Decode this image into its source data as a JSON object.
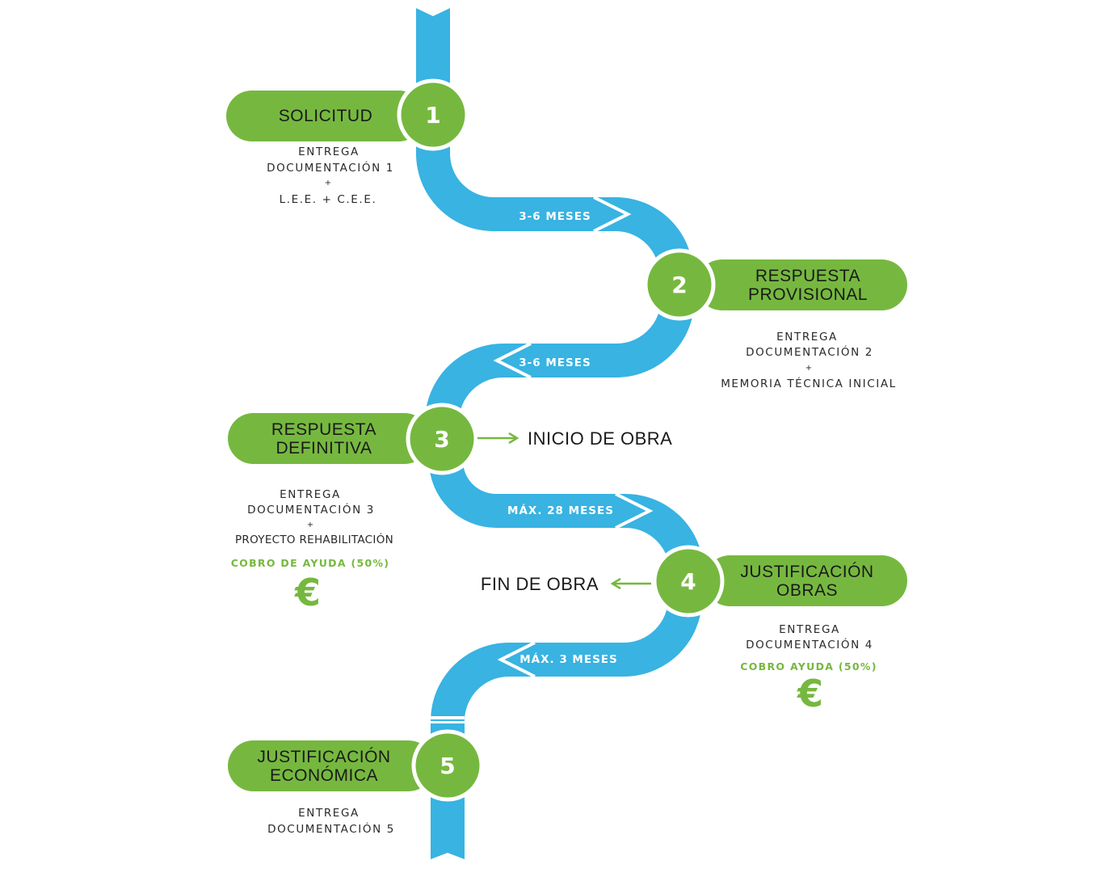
{
  "colors": {
    "path": "#38b3e2",
    "green": "#76b83f",
    "text": "#1a1a1a"
  },
  "steps": [
    {
      "number": "1",
      "title": [
        "SOLICITUD"
      ],
      "docs": [
        "ENTREGA",
        "DOCUMENTACIÓN 1",
        "+",
        "L.E.E. + C.E.E."
      ]
    },
    {
      "number": "2",
      "title": [
        "RESPUESTA",
        "PROVISIONAL"
      ],
      "docs": [
        "ENTREGA",
        "DOCUMENTACIÓN 2",
        "+",
        "MEMORIA TÉCNICA INICIAL"
      ]
    },
    {
      "number": "3",
      "title": [
        "RESPUESTA",
        "DEFINITIVA"
      ],
      "docs": [
        "ENTREGA",
        "DOCUMENTACIÓN 3",
        "+",
        "PROYECTO REHABILITACIÓN"
      ],
      "cobro": "COBRO DE AYUDA (50%)",
      "euro": "€"
    },
    {
      "number": "4",
      "title": [
        "JUSTIFICACIÓN",
        "OBRAS"
      ],
      "docs": [
        "ENTREGA",
        "DOCUMENTACIÓN 4"
      ],
      "cobro": "COBRO AYUDA (50%)",
      "euro": "€"
    },
    {
      "number": "5",
      "title": [
        "JUSTIFICACIÓN",
        "ECONÓMICA"
      ],
      "docs": [
        "ENTREGA",
        "DOCUMENTACIÓN 5"
      ]
    }
  ],
  "durations": [
    "3-6 MESES",
    "3-6 MESES",
    "MÁX. 28 MESES",
    "MÁX. 3 MESES"
  ],
  "events": {
    "start": "INICIO DE OBRA",
    "end": "FIN DE OBRA"
  }
}
